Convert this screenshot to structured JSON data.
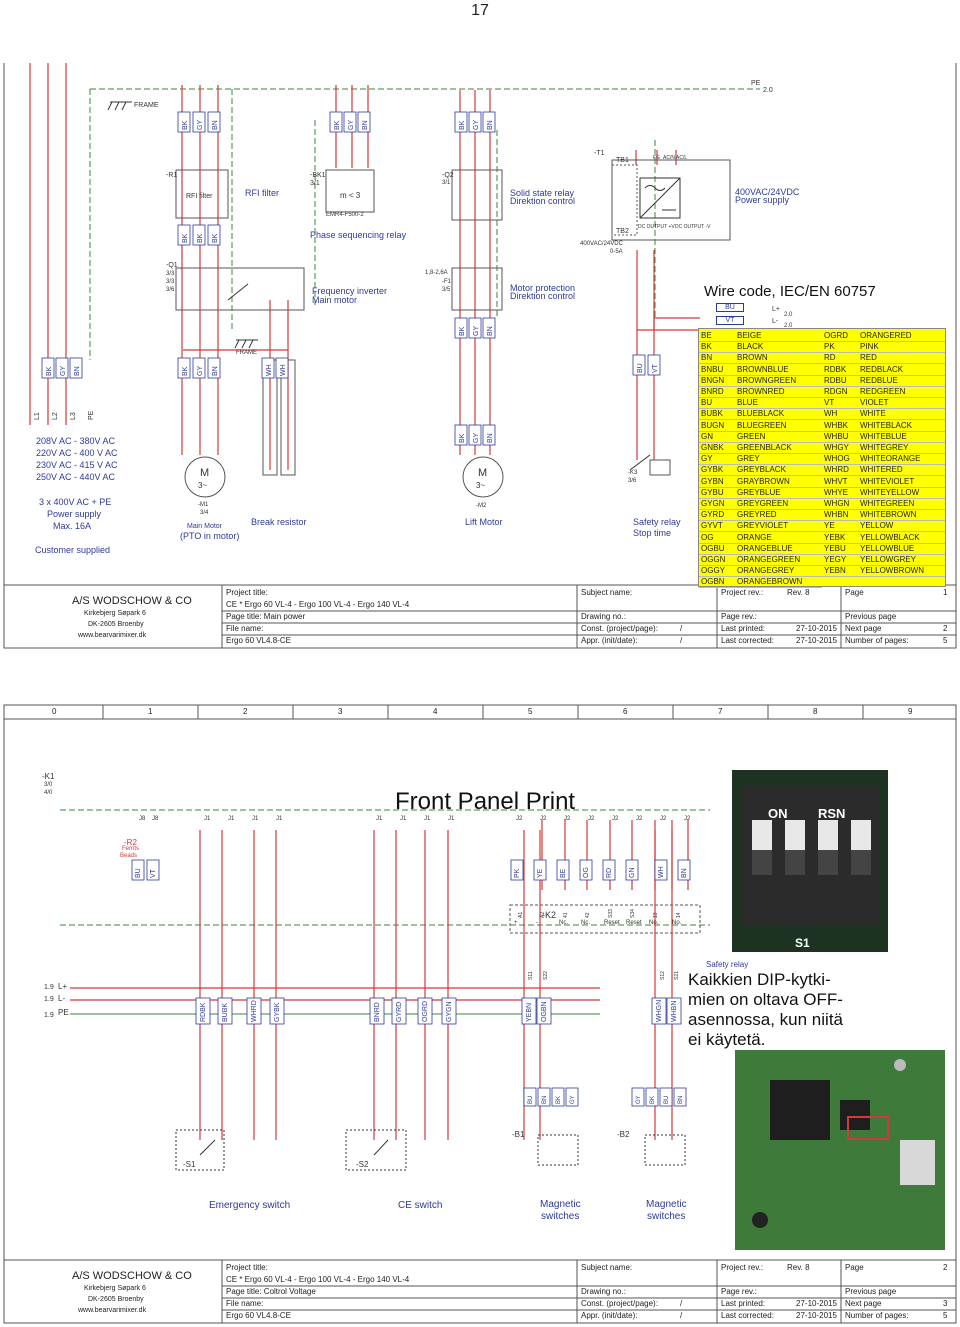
{
  "page_number": "17",
  "sheet1": {
    "frame_label": "FRAME",
    "pe_label": "PE",
    "pe_ref": "2.0",
    "supply": {
      "lines": [
        "208V AC - 380V AC",
        "220V AC - 400 V AC",
        "230V AC - 415 V AC",
        "250V AC - 440V AC"
      ],
      "line2": [
        "3 x 400V AC + PE",
        "Power supply",
        "Max. 16A"
      ],
      "customer": "Customer supplied",
      "phases": [
        "L1",
        "L2",
        "L3",
        "PE"
      ]
    },
    "components": {
      "r1_ref": "-R1",
      "rfi_small": "RFI filter",
      "rfi_big": "RFI filter",
      "bk1_ref": "-BK1",
      "bk1_page": "3/1",
      "bk1_expr": "m < 3",
      "emr": "EMR4-F500-2",
      "phase_seq": "Phase sequencing relay",
      "q1_ref": "-Q1",
      "q1_pages": [
        "3/3",
        "3/3",
        "3/6"
      ],
      "freq_inv": [
        "Frequency inverter",
        "Main motor"
      ],
      "frame2": "FRAME",
      "q2_ref": "-Q2",
      "q2_page": "3/1",
      "ssr": [
        "Solid state relay",
        "Direktion control"
      ],
      "f1_rating": "1,8-2,6A",
      "f1_ref": "-F1",
      "f1_page": "3/5",
      "motor_prot": [
        "Motor protection",
        "Direktion control"
      ],
      "t1_ref": "-T1",
      "tb1": "TB1",
      "tb2": "TB2",
      "psu_in": "400VAC/24VDC",
      "psu_in2": "0-5A",
      "psu_terms": [
        "FG",
        "AC/N",
        "AC/L"
      ],
      "dc_out_pos": "DC OUTPUT +V",
      "dc_out_neg": "DC OUTPUT -V",
      "psu_label": [
        "400VAC/24VDC",
        "Power supply"
      ],
      "m1_ref": "-M1",
      "m1_page": "3/4",
      "m1_desc": [
        "Main Motor",
        "(PTO in motor)"
      ],
      "brake": "Break resistor",
      "m2_ref": "-M2",
      "m2_desc": "Lift Motor",
      "k3_ref": "-K3",
      "k3_page": "3/6",
      "safety": [
        "Safety relay",
        "Stop time"
      ],
      "wire_bu": "BU",
      "wire_vt": "VT",
      "lplus": "L+",
      "lminus": "L-",
      "lref": "2.0",
      "wire_tags": [
        "BK",
        "GY",
        "BN"
      ]
    },
    "wire_code": {
      "title": "Wire code, IEC/EN 60757",
      "left": [
        [
          "BE",
          "BEIGE"
        ],
        [
          "BK",
          "BLACK"
        ],
        [
          "BN",
          "BROWN"
        ],
        [
          "BNBU",
          "BROWNBLUE"
        ],
        [
          "BNGN",
          "BROWNGREEN"
        ],
        [
          "BNRD",
          "BROWNRED"
        ],
        [
          "BU",
          "BLUE"
        ],
        [
          "BUBK",
          "BLUEBLACK"
        ],
        [
          "BUGN",
          "BLUEGREEN"
        ],
        [
          "GN",
          "GREEN"
        ],
        [
          "GNBK",
          "GREENBLACK"
        ],
        [
          "GY",
          "GREY"
        ],
        [
          "GYBK",
          "GREYBLACK"
        ],
        [
          "GYBN",
          "GRAYBROWN"
        ],
        [
          "GYBU",
          "GREYBLUE"
        ],
        [
          "GYGN",
          "GREYGREEN"
        ],
        [
          "GYRD",
          "GREYRED"
        ],
        [
          "GYVT",
          "GREYVIOLET"
        ],
        [
          "OG",
          "ORANGE"
        ],
        [
          "OGBU",
          "ORANGEBLUE"
        ],
        [
          "OGGN",
          "ORANGEGREEN"
        ],
        [
          "OGGY",
          "ORANGEGREY"
        ],
        [
          "OGBN",
          "ORANGEBROWN"
        ]
      ],
      "right": [
        [
          "OGRD",
          "ORANGERED"
        ],
        [
          "PK",
          "PINK"
        ],
        [
          "RD",
          "RED"
        ],
        [
          "RDBK",
          "REDBLACK"
        ],
        [
          "RDBU",
          "REDBLUE"
        ],
        [
          "RDGN",
          "REDGREEN"
        ],
        [
          "VT",
          "VIOLET"
        ],
        [
          "WH",
          "WHITE"
        ],
        [
          "WHBK",
          "WHITEBLACK"
        ],
        [
          "WHBU",
          "WHITEBLUE"
        ],
        [
          "WHGY",
          "WHITEGREY"
        ],
        [
          "WHOG",
          "WHITEORANGE"
        ],
        [
          "WHRD",
          "WHITERED"
        ],
        [
          "WHVT",
          "WHITEVIOLET"
        ],
        [
          "WHYE",
          "WHITEYELLOW"
        ],
        [
          "WHGN",
          "WHITEGREEN"
        ],
        [
          "WHBN",
          "WHITEBROWN"
        ],
        [
          "YE",
          "YELLOW"
        ],
        [
          "YEBK",
          "YELLOWBLACK"
        ],
        [
          "YEBU",
          "YELLOWBLUE"
        ],
        [
          "YEGY",
          "YELLOWGREY"
        ],
        [
          "YEBN",
          "YELLOWBROWN"
        ]
      ]
    },
    "title_block": {
      "company": "A/S WODSCHOW & CO",
      "addr1": "Kirkebjerg Søpark 6",
      "addr2": "DK-2605 Broenby",
      "web": "www.bearvarimixer.dk",
      "project_title_label": "Project title:",
      "project_title": "CE   *  Ergo 60 VL-4 - Ergo 100 VL-4 - Ergo 140 VL-4",
      "page_title": "Page title: Main power",
      "file_label": "File name:",
      "file_name": "Ergo 60 VL4.8-CE",
      "subject": "Subject name:",
      "drawing": "Drawing no.:",
      "const": "Const. (project/page):",
      "const_val": "/",
      "appr": "Appr. (init/date):",
      "appr_val": "/",
      "proj_rev": "Project rev.:",
      "rev": "Rev. 8",
      "page_rev": "Page rev.:",
      "last_printed": "Last printed:",
      "printed_date": "27-10-2015",
      "last_corrected": "Last corrected:",
      "corrected_date": "27-10-2015",
      "page": "Page",
      "page_no": "1",
      "prev": "Previous page",
      "next": "Next page",
      "next_no": "2",
      "num_pages": "Number of pages:",
      "num_pages_val": "5"
    }
  },
  "sheet2": {
    "ruler": [
      "0",
      "1",
      "2",
      "3",
      "4",
      "5",
      "6",
      "7",
      "8",
      "9"
    ],
    "k1_ref": "-K1",
    "k1_pages": [
      "3/0",
      "4/0"
    ],
    "front_panel": "Front Panel Print",
    "r2_ref": "-R2",
    "ferrits": [
      "Ferrits",
      "Beads"
    ],
    "connectors": [
      "J8",
      "J8",
      "J1",
      "J1",
      "J1",
      "J1",
      "J1",
      "J1",
      "J1",
      "J1",
      "J2",
      "J2",
      "J2",
      "J2",
      "J2",
      "J2",
      "J2",
      "J2"
    ],
    "tags_top": [
      "BU",
      "VT",
      "PK",
      "YE",
      "BE",
      "OG",
      "RD",
      "GN",
      "WH",
      "BN"
    ],
    "k2_ref": "-K2",
    "k2_terms": [
      "A1",
      "A2",
      "41",
      "42",
      "S33",
      "S34",
      "13",
      "14"
    ],
    "k2_labels": [
      "+",
      "-",
      "Nc.",
      "Nc.",
      "Reset",
      "Reset",
      "No.",
      "No."
    ],
    "safety_relay": "Safety relay",
    "s_terms": [
      "S11",
      "S22",
      "S12",
      "S21"
    ],
    "rails": [
      [
        "1.9",
        "L+"
      ],
      [
        "1.9",
        "L-"
      ],
      [
        "1.9",
        "PE"
      ]
    ],
    "tags_mid": [
      "RDBK",
      "BUBK",
      "WHRD",
      "GYBK",
      "BNRD",
      "GYRD",
      "OGRD",
      "GYGN",
      "YEBN",
      "OGBN",
      "WHGN",
      "WHBN"
    ],
    "tags_low": [
      "BU",
      "BN",
      "BK",
      "GY",
      "GY",
      "BK",
      "BU",
      "BN"
    ],
    "finnish": [
      "Kaikkien DIP-kytki-",
      "mien on oltava OFF-",
      "asennossa, kun niitä",
      "ei käytetä."
    ],
    "photo1_text": [
      "ON",
      "RSN",
      "S1"
    ],
    "b1": "-B1",
    "b2": "-B2",
    "s1": "-S1",
    "s2": "-S2",
    "captions": [
      [
        "Emergency switch"
      ],
      [
        "CE switch"
      ],
      [
        "Magnetic",
        "switches"
      ],
      [
        "Magnetic",
        "switches"
      ]
    ],
    "title_block": {
      "company": "A/S WODSCHOW & CO",
      "addr1": "Kirkebjerg Søpark 6",
      "addr2": "DK-2605 Broenby",
      "web": "www.bearvarimixer.dk",
      "project_title_label": "Project title:",
      "project_title": "CE   *  Ergo 60 VL-4 - Ergo 100 VL-4 - Ergo 140 VL-4",
      "page_title": "Page title: Coltrol Voltage",
      "file_label": "File name:",
      "file_name": "Ergo 60 VL4.8-CE",
      "subject": "Subject name:",
      "drawing": "Drawing no.:",
      "const": "Const. (project/page):",
      "const_val": "/",
      "appr": "Appr. (init/date):",
      "appr_val": "/",
      "proj_rev": "Project rev.:",
      "rev": "Rev. 8",
      "page_rev": "Page rev.:",
      "last_printed": "Last printed:",
      "printed_date": "27-10-2015",
      "last_corrected": "Last corrected:",
      "corrected_date": "27-10-2015",
      "page": "Page",
      "page_no": "2",
      "prev": "Previous page",
      "next": "Next page",
      "next_no": "3",
      "num_pages": "Number of pages:",
      "num_pages_val": "5"
    }
  }
}
